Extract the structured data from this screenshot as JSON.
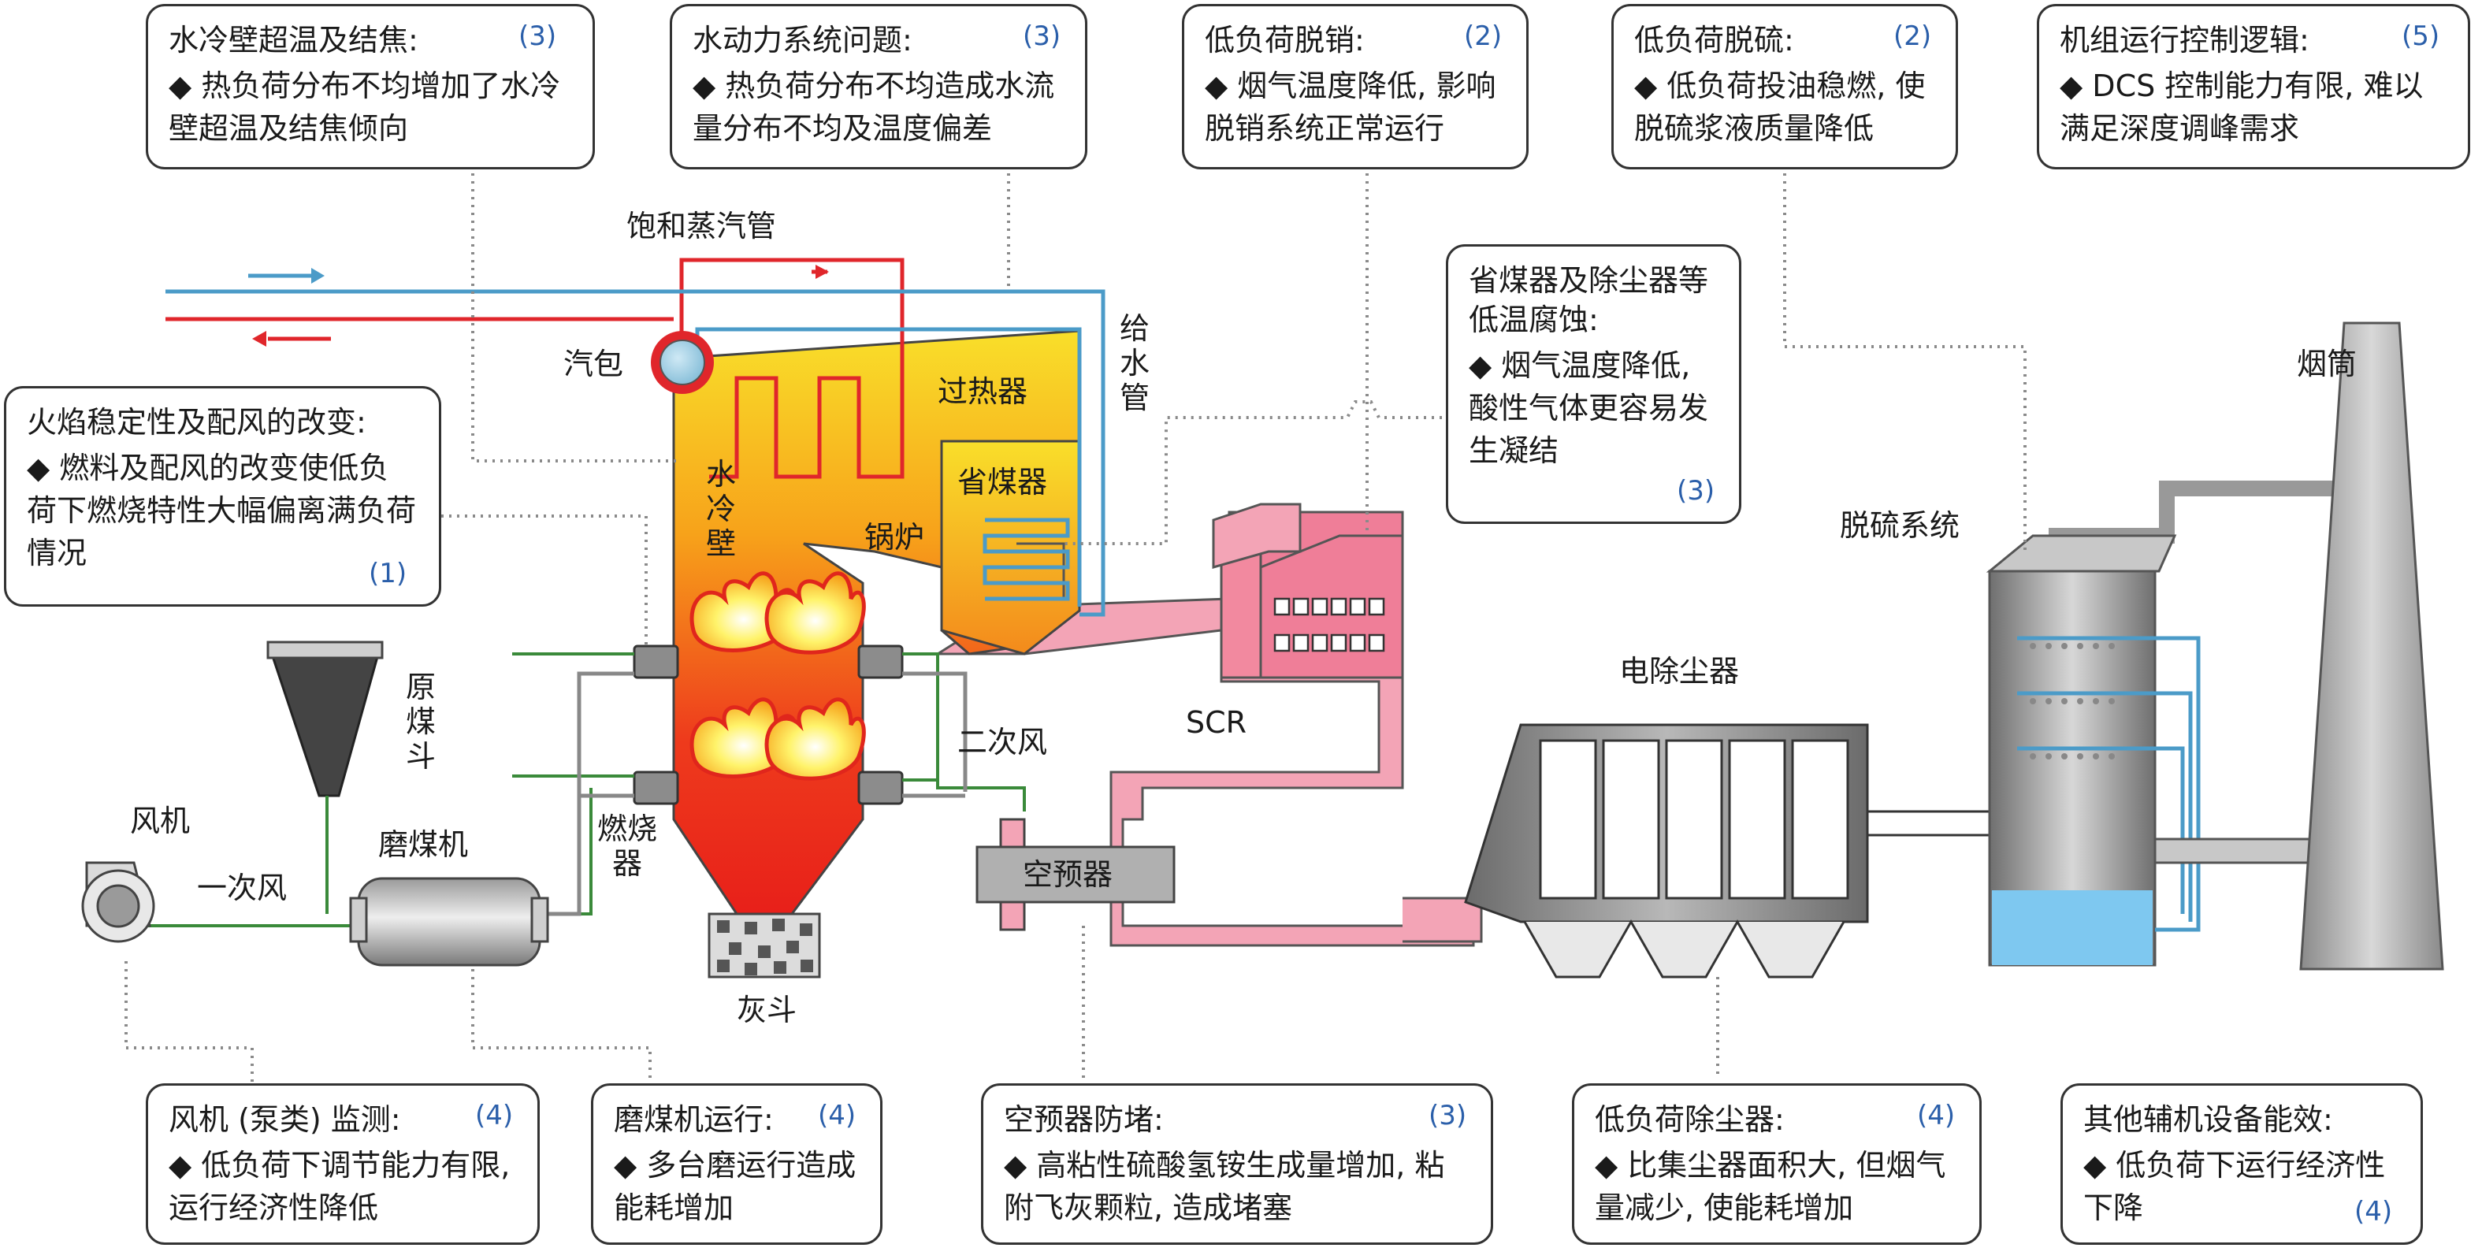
{
  "boxes": {
    "wall": {
      "title": "水冷壁超温及结焦:",
      "num": "(3)",
      "body": "◆ 热负荷分布不均增加了水冷壁超温及结焦倾向"
    },
    "hydro": {
      "title": "水动力系统问题:",
      "num": "(3)",
      "body": "◆ 热负荷分布不均造成水流量分布不均及温度偏差"
    },
    "denox": {
      "title": "低负荷脱销:",
      "num": "(2)",
      "body": "◆ 烟气温度降低, 影响脱销系统正常运行"
    },
    "desulf": {
      "title": "低负荷脱硫:",
      "num": "(2)",
      "body": "◆ 低负荷投油稳燃, 使脱硫浆液质量降低"
    },
    "control": {
      "title": "机组运行控制逻辑:",
      "num": "(5)",
      "body": "◆ DCS 控制能力有限, 难以满足深度调峰需求"
    },
    "flame": {
      "title": "火焰稳定性及配风的改变:",
      "num": "(1)",
      "body": "◆ 燃料及配风的改变使低负荷下燃烧特性大幅偏离满负荷情况"
    },
    "corrosion": {
      "title": "省煤器及除尘器等低温腐蚀:",
      "num": "(3)",
      "body": "◆ 烟气温度降低, 酸性气体更容易发生凝结"
    },
    "fan": {
      "title": "风机 (泵类) 监测:",
      "num": "(4)",
      "body": "◆ 低负荷下调节能力有限, 运行经济性降低"
    },
    "mill": {
      "title": "磨煤机运行:",
      "num": "(4)",
      "body": "◆ 多台磨运行造成能耗增加"
    },
    "airpre": {
      "title": "空预器防堵:",
      "num": "(3)",
      "body": "◆ 高粘性硫酸氢铵生成量增加, 粘附飞灰颗粒, 造成堵塞"
    },
    "esp": {
      "title": "低负荷除尘器:",
      "num": "(4)",
      "body": "◆ 比集尘器面积大, 但烟气量减少, 使能耗增加"
    },
    "aux": {
      "title": "其他辅机设备能效:",
      "num": "(4)",
      "body": "◆ 低负荷下运行经济性下降"
    }
  },
  "labels": {
    "saturated_pipe": "饱和蒸汽管",
    "drum": "汽包",
    "superheater": "过热器",
    "economizer": "省煤器",
    "feed_pipe": "给水管",
    "boiler": "锅炉",
    "water_wall": "水冷壁",
    "raw_coal_hopper": "原煤斗",
    "secondary_air": "二次风",
    "primary_air": "一次风",
    "fan": "风机",
    "mill": "磨煤机",
    "burner": "燃烧器",
    "ash_hopper": "灰斗",
    "scr": "SCR",
    "air_preheater": "空预器",
    "esp": "电除尘器",
    "desulfurization": "脱硫系统",
    "chimney": "烟筒"
  },
  "colors": {
    "annot_number": "#2b5faa",
    "steam": "#e0262b",
    "water": "#4b9bc8",
    "flue": "#f08aa0",
    "air_line": "#3a8a3a"
  }
}
